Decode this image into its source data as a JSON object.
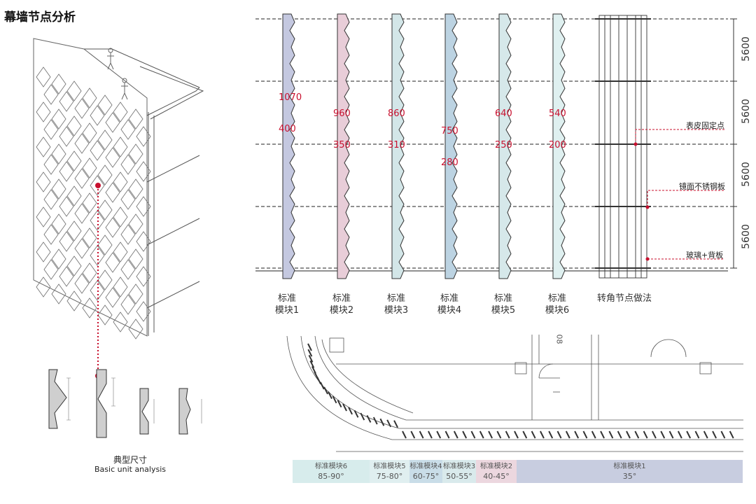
{
  "title": "幕墙节点分析",
  "modules": [
    {
      "label_l1": "标准",
      "label_l2": "模块1",
      "upper": "1070",
      "lower": "400",
      "fill": "#c4c8e0"
    },
    {
      "label_l1": "标准",
      "label_l2": "模块2",
      "upper": "960",
      "lower": "350",
      "fill": "#e8cdd8"
    },
    {
      "label_l1": "标准",
      "label_l2": "模块3",
      "upper": "860",
      "lower": "310",
      "fill": "#d3e6e8"
    },
    {
      "label_l1": "标准",
      "label_l2": "模块4",
      "upper": "750",
      "lower": "280",
      "fill": "#bcd3e2"
    },
    {
      "label_l1": "标准",
      "label_l2": "模块5",
      "upper": "640",
      "lower": "250",
      "fill": "#d6e8ea"
    },
    {
      "label_l1": "标准",
      "label_l2": "模块6",
      "upper": "540",
      "lower": "200",
      "fill": "#dff0f0"
    }
  ],
  "corner_label": "转角节点做法",
  "floor_heights": [
    "5600",
    "5600",
    "5600",
    "5600"
  ],
  "annotations": [
    "表皮固定点",
    "镜面不锈钢板",
    "玻璃+背板"
  ],
  "caption_cn": "典型尺寸",
  "caption_en": "Basic unit analysis",
  "plan_text": "08",
  "angle_bands": [
    {
      "name": "标准模块6",
      "deg": "85-90°",
      "color": "#d7ecec"
    },
    {
      "name": "标准模块5",
      "deg": "75-80°",
      "color": "#e0eff0"
    },
    {
      "name": "标准模块4",
      "deg": "60-75°",
      "color": "#c9dde8"
    },
    {
      "name": "标准模块3",
      "deg": "50-55°",
      "color": "#d9eaec"
    },
    {
      "name": "标准模块2",
      "deg": "40-45°",
      "color": "#ecd7df"
    },
    {
      "name": "标准模块1",
      "deg": "35°",
      "color": "#c8cde0"
    }
  ]
}
